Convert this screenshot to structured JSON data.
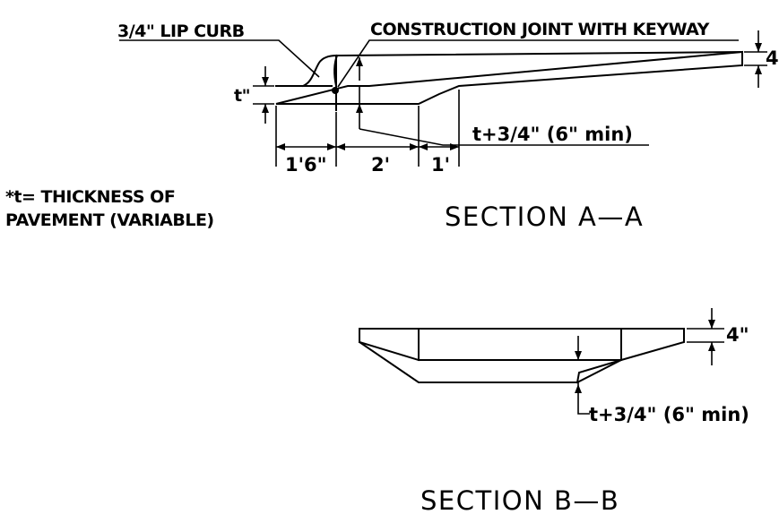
{
  "section_a": {
    "title": "SECTION A—A",
    "lip_curb_label": "3/4\" LIP CURB",
    "joint_label": "CONSTRUCTION JOINT WITH KEYWAY",
    "thickness_label": "t\"",
    "right_thickness_label": "4",
    "depth_label": "t+3/4\" (6\" min)",
    "dim_1": "1'6\"",
    "dim_2": "2'",
    "dim_3": "1'"
  },
  "note": {
    "line1": "*t= THICKNESS OF",
    "line2": "PAVEMENT (VARIABLE)"
  },
  "section_b": {
    "title": "SECTION B—B",
    "thickness_label": "4\"",
    "depth_label": "t+3/4\" (6\" min)"
  }
}
